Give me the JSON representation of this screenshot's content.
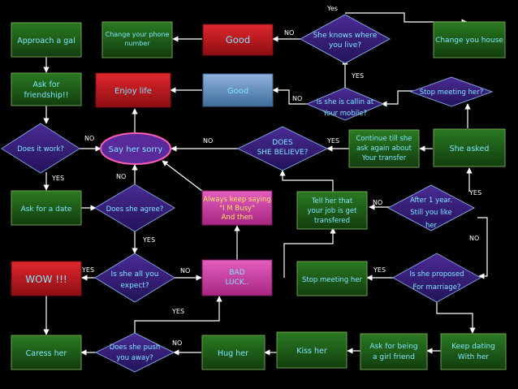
{
  "colors": {
    "background": "#000000",
    "green_box": "#1c5a16",
    "green_border": "#6f9f4f",
    "red_box": "#c0161c",
    "blue_box": "#5e8cb8",
    "pink_box": "#cf3fa6",
    "diamond_fill": "#3a1f7a",
    "diamond_border": "#7aa0d8",
    "box_text": "#7fe5ff",
    "label_text": "#ffffff",
    "line": "#ffffff"
  },
  "boxes": {
    "approach_a_gal": "Approach a gal",
    "change_phone_number": [
      "Change your phone",
      "number"
    ],
    "good_top": "Good",
    "change_your_house": "Change you house",
    "ask_for_friendship": [
      "Ask for",
      "friendship!!"
    ],
    "enjoy_life": "Enjoy life",
    "good_middle": "Good",
    "stop_meeting_her_top": "Stop meeting her?",
    "say_her_sorry": "Say her sorry",
    "continue_till": [
      "Continue till she",
      "ask again about",
      "Your transfer"
    ],
    "she_asked": "She asked",
    "ask_for_a_date": "Ask for a date",
    "always_keep_saying": [
      "Always keep saying",
      "\"I M Busy\"",
      "And then"
    ],
    "tell_her_transfer": [
      "Tell her that",
      "your job is get",
      "transfered"
    ],
    "wow": "WOW !!!",
    "bad_luck": [
      "BAD",
      "LUCK.."
    ],
    "stop_meeting_her_bottom": "Stop meeting her",
    "caress_her": "Caress her",
    "hug_her": "Hug her",
    "kiss_her": "Kiss her",
    "ask_girl_friend": [
      "Ask for being",
      "a girl friend"
    ],
    "keep_dating": [
      "Keep dating",
      "With her"
    ]
  },
  "diamonds": {
    "knows_where": [
      "She knows where",
      "you live?"
    ],
    "callin_mobile": [
      "Is she is callin at",
      "Your mobile?"
    ],
    "does_it_work": "Does it work?",
    "does_she_believe": [
      "DOES",
      "SHE BELIEVE?"
    ],
    "does_she_agree": "Does she agree?",
    "after_1_year": [
      "After 1 year.",
      "Still you like",
      "her"
    ],
    "all_you_expect": [
      "Is she all you",
      "expect?"
    ],
    "proposed_marriage": [
      "Is she proposed",
      "For marriage?"
    ],
    "push_you_away": [
      "Does she push",
      "you away?"
    ]
  },
  "edge_labels": {
    "yes_top": "Yes",
    "no_knows_where": "NO",
    "yes_callin": "YES",
    "no_callin": "NO",
    "no_work": "NO",
    "no_believe": "NO",
    "yes_believe": "YES",
    "yes_work": "YES",
    "no_agree": "NO",
    "no_after_year": "NO",
    "yes_after_year": "YES",
    "yes_agree": "YES",
    "no_proposed": "NO",
    "yes_expect": "YES",
    "no_expect": "NO",
    "yes_proposed": "YES",
    "yes_push": "YES",
    "no_push": "NO"
  }
}
